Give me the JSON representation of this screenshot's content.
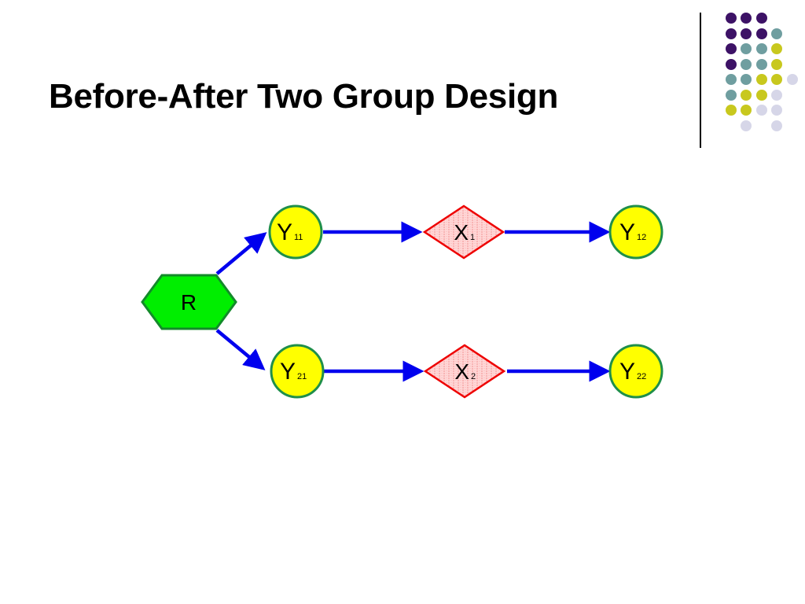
{
  "title": "Before-After Two Group Design",
  "colors": {
    "arrow": "#0000ee",
    "observation_fill": "#ffff00",
    "observation_stroke": "#1f8f4a",
    "treatment_fill": "#ffd6d6",
    "treatment_stroke": "#ee0000",
    "randomization_fill": "#00ee00",
    "randomization_stroke": "#138a2a",
    "dot_purple": "#3d1266",
    "dot_teal": "#6f9ea0",
    "dot_olive": "#c8c81e",
    "dot_lavender": "#d6d6e8"
  },
  "nodes": {
    "randomization": {
      "label": "R"
    },
    "y11": {
      "label": "Y",
      "sub": "11"
    },
    "x1": {
      "label": "X",
      "sub": "1"
    },
    "y12": {
      "label": "Y",
      "sub": "12"
    },
    "y21": {
      "label": "Y",
      "sub": "21"
    },
    "x2": {
      "label": "X",
      "sub": "2"
    },
    "y22": {
      "label": "Y",
      "sub": "22"
    }
  },
  "edges": [
    {
      "from": "R",
      "to": "Y11"
    },
    {
      "from": "R",
      "to": "Y21"
    },
    {
      "from": "Y11",
      "to": "X1"
    },
    {
      "from": "X1",
      "to": "Y12"
    },
    {
      "from": "Y21",
      "to": "X2"
    },
    {
      "from": "X2",
      "to": "Y22"
    }
  ]
}
